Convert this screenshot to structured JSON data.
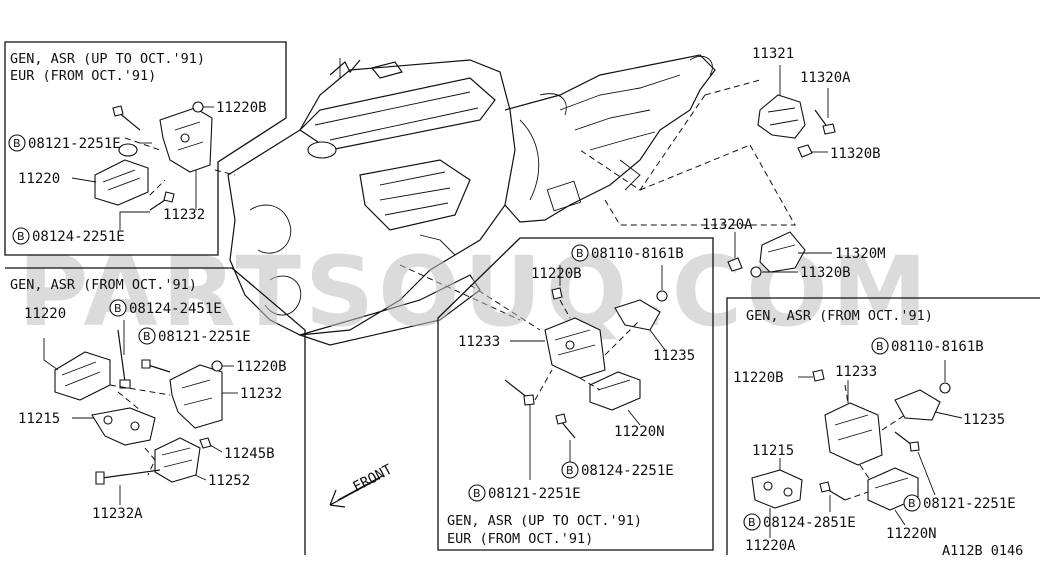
{
  "watermark": "PARTSOUQ.COM",
  "footer_code": "A112B 0146",
  "front_label": "FRONT",
  "bolt_mark": "B",
  "boxes": {
    "top_left": [
      "GEN, ASR (UP TO OCT.'91)",
      "EUR (FROM OCT.'91)"
    ],
    "mid_left": [
      "GEN, ASR (FROM OCT.'91)"
    ],
    "center": [
      "GEN, ASR (UP TO OCT.'91)",
      "EUR (FROM OCT.'91)"
    ],
    "right": [
      "GEN, ASR (FROM OCT.'91)"
    ]
  },
  "labels": {
    "l11220B_a": "11220B",
    "l08121_a": "08121-2251E",
    "l11220_a": "11220",
    "l11232_a": "11232",
    "l08124_a": "08124-2251E",
    "l11321": "11321",
    "l11320A_a": "11320A",
    "l11320B_a": "11320B",
    "l11320A_b": "11320A",
    "l11320M": "11320M",
    "l11320B_b": "11320B",
    "l11220_b": "11220",
    "l08124_b": "08124-2451E",
    "l08121_b": "08121-2251E",
    "l11220B_b": "11220B",
    "l11232_b": "11232",
    "l11215_a": "11215",
    "l11245B": "11245B",
    "l11252": "11252",
    "l11232A": "11232A",
    "l08110_a": "08110-8161B",
    "l11220B_c": "11220B",
    "l11233_a": "11233",
    "l11235_a": "11235",
    "l11220N_a": "11220N",
    "l08124_c": "08124-2251E",
    "l08121_c": "08121-2251E",
    "l08110_b": "08110-8161B",
    "l11220B_d": "11220B",
    "l11233_b": "11233",
    "l11235_b": "11235",
    "l11215_b": "11215",
    "l08121_d": "08121-2251E",
    "l08124_d": "08124-2851E",
    "l11220N_b": "11220N",
    "l11220A": "11220A"
  }
}
